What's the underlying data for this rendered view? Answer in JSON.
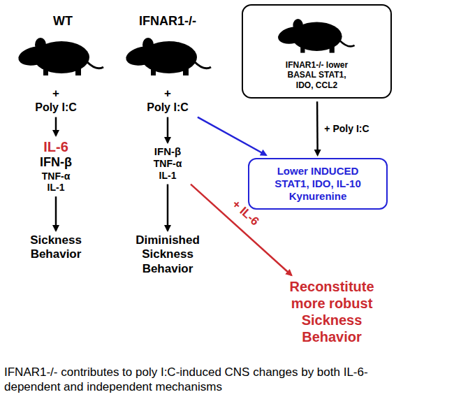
{
  "diagram": {
    "caption": "IFNAR1-/- contributes to poly I:C-induced CNS changes by both IL-6-dependent and independent mechanisms",
    "nodes": [
      {
        "text": [
          "+",
          "Poly I:C"
        ]
      },
      {
        "text": [
          "IL-6",
          "IFN-β",
          "TNF-α",
          "IL-1"
        ]
      },
      {
        "text": [
          "Sickness Behavior"
        ]
      },
      {
        "text": [
          "+",
          "Poly I:C"
        ]
      },
      {
        "text": [
          "IFN-β",
          "TNF-α",
          "IL-1"
        ]
      },
      {
        "text": [
          "Diminished Sickness Behavior"
        ]
      },
      {
        "text": [
          "IFNAR1-/- lower BASAL STAT1, IDO, CCL2"
        ]
      },
      {
        "text": [
          "Lower INDUCED STAT1, IDO, IL-10 Kynurenine"
        ]
      },
      {
        "text": [
          "Reconstitute more robust Sickness Behavior"
        ]
      }
    ],
    "edges": [
      {
        "from": 0,
        "to": 1,
        "arrow": "to"
      },
      {
        "from": 1,
        "to": 2,
        "arrow": "to"
      },
      {
        "from": 3,
        "to": 4,
        "arrow": "to"
      },
      {
        "from": 4,
        "to": 5,
        "arrow": "to"
      },
      {
        "from": 6,
        "to": 7,
        "label": "+ Poly I:C",
        "arrow": "to"
      },
      {
        "from": 3,
        "to": 7,
        "arrow": "to"
      },
      {
        "from": 4,
        "to": 8,
        "label": "+ IL-6",
        "arrow": "to"
      }
    ],
    "labels": [
      "WT",
      "IFNAR1-/-"
    ]
  }
}
